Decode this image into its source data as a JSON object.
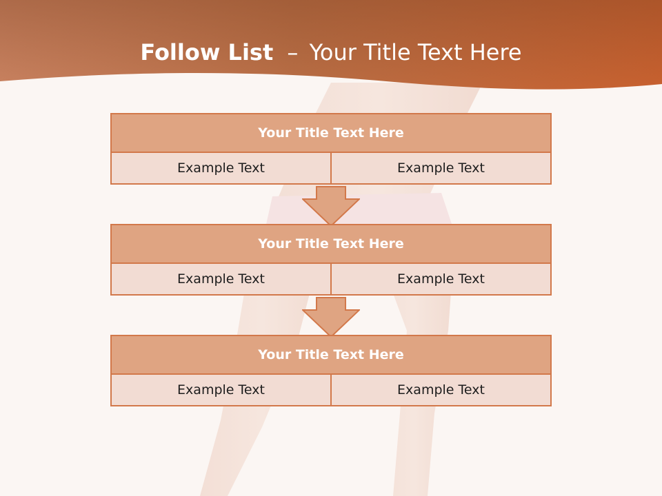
{
  "slide": {
    "title_bold": "Follow List",
    "title_dash": "–",
    "title_rest": "Your Title Text Here"
  },
  "steps": [
    {
      "title": "Your Title Text Here",
      "cells": [
        "Example Text",
        "Example Text"
      ]
    },
    {
      "title": "Your Title Text Here",
      "cells": [
        "Example Text",
        "Example Text"
      ]
    },
    {
      "title": "Your Title Text Here",
      "cells": [
        "Example Text",
        "Example Text"
      ]
    }
  ],
  "colors": {
    "header_orange": "#c8612f",
    "block_title_fill": "#dfa482",
    "block_cell_fill": "#f2dcd3",
    "border": "#d2784a",
    "arrow_fill": "#dfa482"
  },
  "icons": {
    "connector": "down-arrow-icon"
  }
}
